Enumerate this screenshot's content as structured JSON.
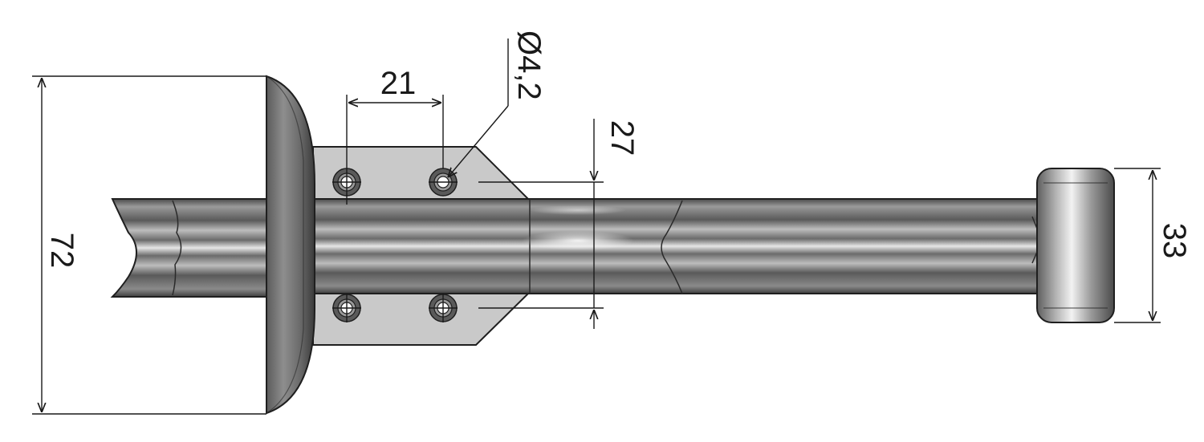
{
  "dimensions": {
    "overall_height": "72",
    "hole_spacing": "21",
    "hole_diameter": "Ø4,2",
    "hole_row_spacing": "27",
    "end_cap_height": "33"
  },
  "colors": {
    "line": "#1a1a1a",
    "plate_fill": "#c9c9c9",
    "metal_dark": "#3e3e3e",
    "metal_mid": "#8a8a8a",
    "metal_light": "#e6e6e6"
  }
}
